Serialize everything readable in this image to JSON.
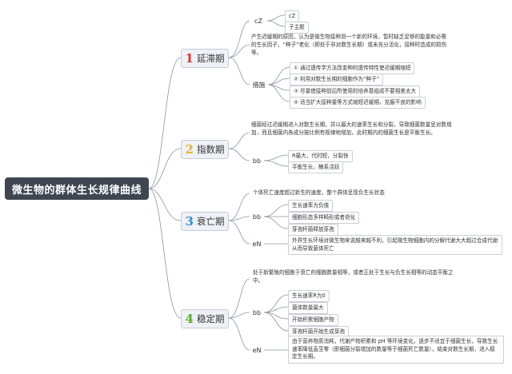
{
  "root": "微生物的群体生长规律曲线",
  "phases": [
    {
      "num": "1",
      "num_color": "#e0302a",
      "title": "延滞期",
      "cz_label": "cZ",
      "cz_items": [
        "cZ",
        "子主题"
      ],
      "desc": "产生迟缓期的原因，认为是微生物接种到一个新的环境，暂时缺乏足够的能量和必需的生长因子，“种子”老化（即处于非对数生长期）或未充分活化，接种时造成的损伤等。",
      "measures_label": "措施",
      "measures": [
        "① 通过遗传学方法改变种的遗传特性使迟缓期缩短",
        "② 利用对数生长期的细胞作为“种子”",
        "③ 尽量使接种前后所使用的培养基组成不要相差太大",
        "④ 适当扩大接种量等方式缩短迟缓期，克服不良的影响"
      ]
    },
    {
      "num": "2",
      "num_color": "#e8b22b",
      "title": "指数期",
      "desc": "细菌经过迟缓期进入对数生长期，并以最大的速率生长和分裂，导致细菌数量呈对数增加，而且细菌内各成分按比例有规律地增加，此时期内的细菌生长是平衡生长。",
      "bb_label": "bb",
      "bb_items": [
        "R最大，代时短，分裂快",
        "平衡生长，酶系活跃"
      ]
    },
    {
      "num": "3",
      "num_color": "#2f8fd0",
      "title": "衰亡期",
      "desc": "个体死亡速度超过新生的速度，整个群体呈现负生长状态",
      "bb_label": "bb",
      "bb_items": [
        "生长速率为负值",
        "细胞形态多样畸形或者退化",
        "芽孢杆菌释放芽孢"
      ],
      "en_label": "eN",
      "en_text": "外界生长环境对微生物来说越来越不利，引起微生物细胞内的分解代谢大大超过合成代谢从而导致菌体死亡"
    },
    {
      "num": "4",
      "num_color": "#5aaa2e",
      "title": "稳定期",
      "desc": "处于新繁殖的细胞于衰亡的细胞数量相等，或者正处于生长与负生长相等的动态平衡之中。",
      "bb_label": "bb",
      "bb_items": [
        "生长速率R为0",
        "菌体数量最大",
        "开始积累细胞产物",
        "芽孢杆菌开始生成芽孢"
      ],
      "en_label": "eN",
      "en_text": "由于营养物质消耗，代谢产物积累和 pH 等环境变化，逐步不适宜于细菌生长，导致生长速率降低直至零（即细菌分裂增加的数量等于细菌死亡数量），结束对数生长期，进入稳定生长期。"
    }
  ]
}
